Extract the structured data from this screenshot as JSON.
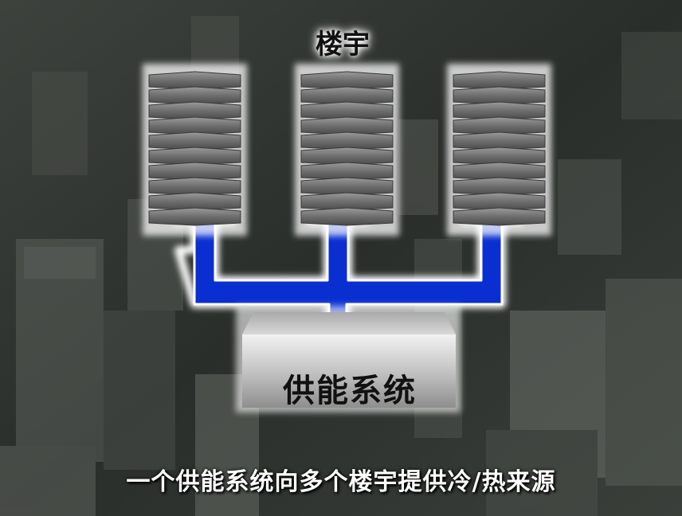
{
  "diagram": {
    "title": "楼宇",
    "supply_system_label": "供能系统",
    "caption": "一个供能系统向多个楼宇提供冷/热来源",
    "building_count": 3,
    "floors_per_building": 10,
    "colors": {
      "arrow": "#0a2fd0",
      "arrow_outline": "#ffffff",
      "building": "#7a7a7a",
      "supply_box": "#c8c8c8"
    }
  }
}
